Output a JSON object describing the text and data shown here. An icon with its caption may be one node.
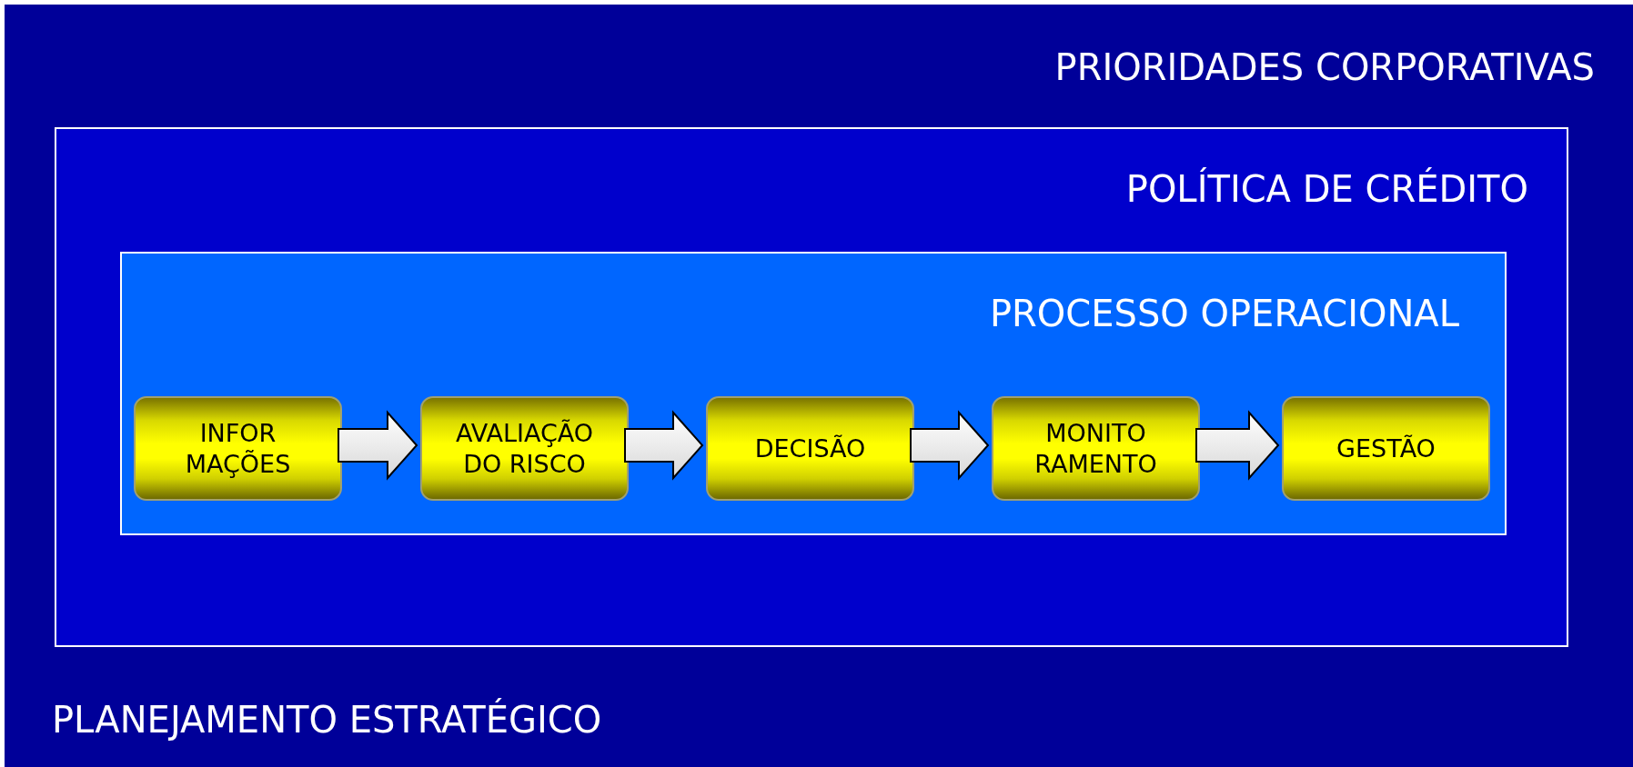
{
  "diagram": {
    "nodes": [
      {
        "text": [
          "PRIORIDADES CORPORATIVAS",
          "PLANEJAMENTO ESTRATÉGICO"
        ]
      },
      {
        "text": [
          "POLÍTICA DE CRÉDITO"
        ],
        "in": 0
      },
      {
        "text": [
          "PROCESSO OPERACIONAL"
        ],
        "in": 1
      },
      {
        "text": [
          "INFOR MAÇÕES"
        ],
        "in": 2
      },
      {
        "text": [
          "AVALIAÇÃO DO RISCO"
        ],
        "in": 2
      },
      {
        "text": [
          "DECISÃO"
        ],
        "in": 2
      },
      {
        "text": [
          "MONITO RAMENTO"
        ],
        "in": 2
      },
      {
        "text": [
          "GESTÃO"
        ],
        "in": 2
      }
    ],
    "edges": [
      {
        "from": 3,
        "to": 4,
        "arrow": "to"
      },
      {
        "from": 4,
        "to": 5,
        "arrow": "to"
      },
      {
        "from": 5,
        "to": 6,
        "arrow": "to"
      },
      {
        "from": 6,
        "to": 7,
        "arrow": "to"
      }
    ]
  }
}
